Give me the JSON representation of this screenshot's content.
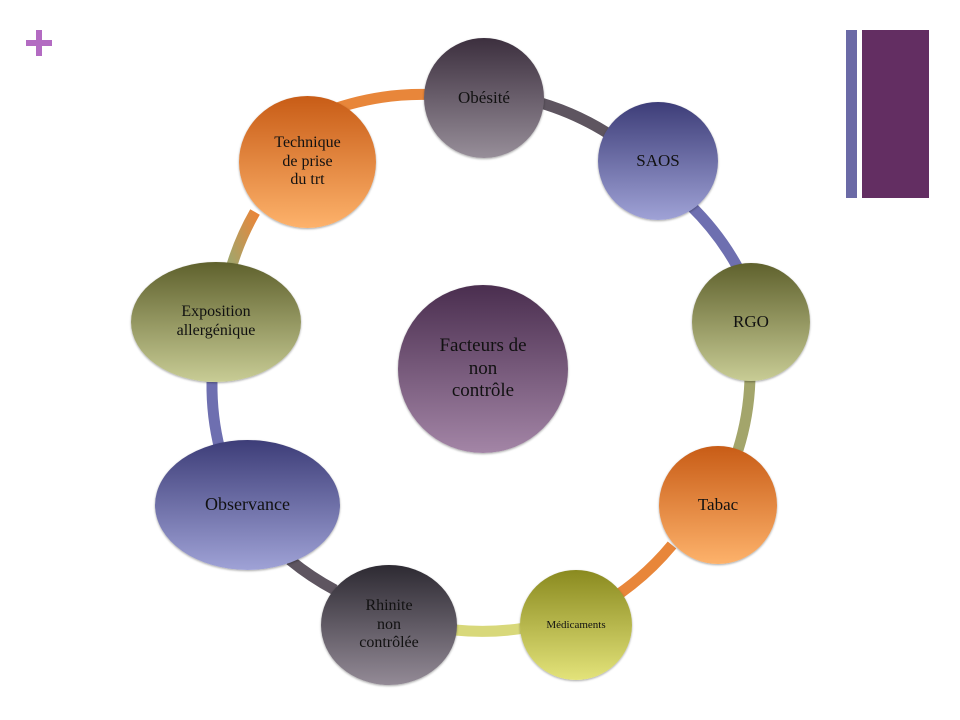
{
  "center_label": "Facteurs de\nnon\ncontrôle",
  "nodes": [
    {
      "label": "Obésité"
    },
    {
      "label": "SAOS"
    },
    {
      "label": "RGO"
    },
    {
      "label": "Tabac"
    },
    {
      "label": "Médicaments"
    },
    {
      "label": "Rhinite\nnon\ncontrôlée"
    },
    {
      "label": "Observance"
    },
    {
      "label": "Exposition\nallergénique"
    },
    {
      "label": "Technique\nde prise\ndu trt"
    }
  ],
  "colors": {
    "plus": "#b36bc2",
    "bar_thin": "#6b6aa6",
    "bar_thick": "#632e62",
    "ring_orange": "#e8863a",
    "ring_mauve": "#5e5560",
    "ring_blue": "#6e6fb0",
    "ring_olive": "#a3a56b",
    "ring_yellow": "#d8d87a"
  }
}
